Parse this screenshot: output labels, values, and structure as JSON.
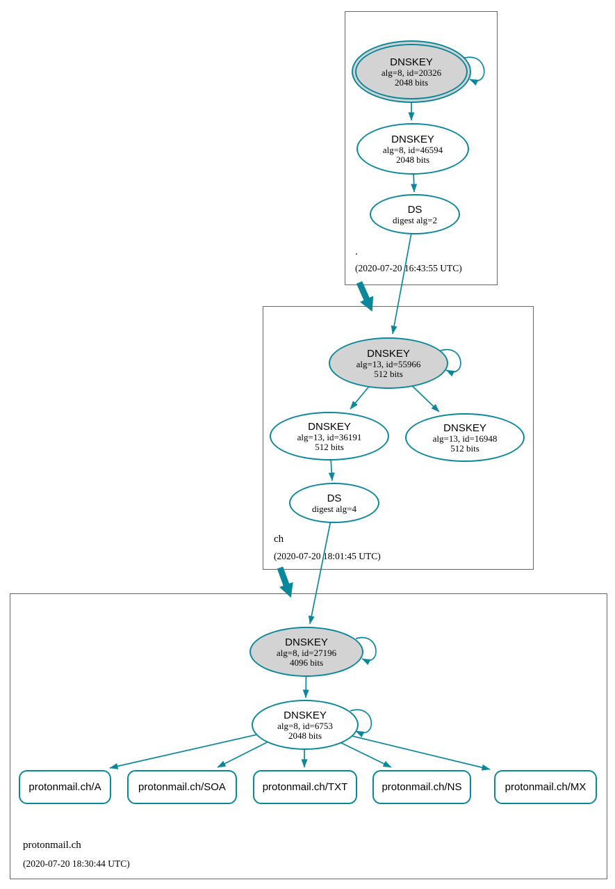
{
  "colors": {
    "edge": "#0a879a",
    "node_fill": "#ffffff",
    "node_fill_ksk": "#d3d3d3",
    "box_border": "#666666",
    "text": "#000000"
  },
  "zones": [
    {
      "label": ".",
      "timestamp": "(2020-07-20 16:43:55 UTC)",
      "nodes": [
        {
          "title": "DNSKEY",
          "detail1": "alg=8, id=20326",
          "detail2": "2048 bits"
        },
        {
          "title": "DNSKEY",
          "detail1": "alg=8, id=46594",
          "detail2": "2048 bits"
        },
        {
          "title": "DS",
          "detail1": "digest alg=2"
        }
      ]
    },
    {
      "label": "ch",
      "timestamp": "(2020-07-20 18:01:45 UTC)",
      "nodes": [
        {
          "title": "DNSKEY",
          "detail1": "alg=13, id=55966",
          "detail2": "512 bits"
        },
        {
          "title": "DNSKEY",
          "detail1": "alg=13, id=36191",
          "detail2": "512 bits"
        },
        {
          "title": "DNSKEY",
          "detail1": "alg=13, id=16948",
          "detail2": "512 bits"
        },
        {
          "title": "DS",
          "detail1": "digest alg=4"
        }
      ]
    },
    {
      "label": "protonmail.ch",
      "timestamp": "(2020-07-20 18:30:44 UTC)",
      "nodes": [
        {
          "title": "DNSKEY",
          "detail1": "alg=8, id=27196",
          "detail2": "4096 bits"
        },
        {
          "title": "DNSKEY",
          "detail1": "alg=8, id=6753",
          "detail2": "2048 bits"
        }
      ],
      "rrsets": [
        {
          "label": "protonmail.ch/A"
        },
        {
          "label": "protonmail.ch/SOA"
        },
        {
          "label": "protonmail.ch/TXT"
        },
        {
          "label": "protonmail.ch/NS"
        },
        {
          "label": "protonmail.ch/MX"
        }
      ]
    }
  ]
}
